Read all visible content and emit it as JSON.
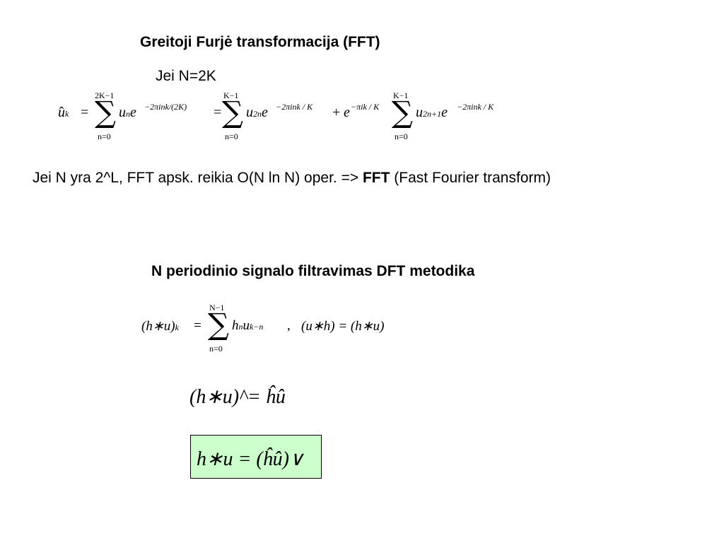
{
  "slide": {
    "title_fft": "Greitoji Furjė transformacija (FFT)",
    "condition": "Jei N=2K",
    "complexity_prefix": "Jei N yra 2^L, FFT apsk. reikia O(N ln N) oper. => ",
    "complexity_bold": "FFT",
    "complexity_suffix": " (Fast Fourier transform)",
    "title_filter": "N periodinio signalo filtravimas DFT metodika"
  },
  "formulas": {
    "fft_split": {
      "lhs": "û",
      "lhs_sub": "k",
      "sum1_top": "2K−1",
      "sum1_bottom": "n=0",
      "term1": "u",
      "term1_sub": "n",
      "term1_exp": "−2πink/(2K)",
      "sum2_top": "K−1",
      "sum2_bottom": "n=0",
      "term2": "u",
      "term2_sub": "2n",
      "term2_exp": "−2πink / K",
      "plus_factor_exp": "−πik / K",
      "sum3_top": "K−1",
      "sum3_bottom": "n=0",
      "term3": "u",
      "term3_sub": "2n+1",
      "term3_exp": "−2πink / K"
    },
    "convolution": {
      "lhs": "(h∗u)",
      "lhs_sub": "k",
      "sum_top": "N−1",
      "sum_bottom": "n=0",
      "term_h_sub": "n",
      "term_u_sub": "k−n",
      "commutative": "(u∗h) = (h∗u)"
    },
    "convolution_theorem": "(h∗u)^= ĥû",
    "inverse_relation": "h∗u = (ĥû)∨"
  }
}
